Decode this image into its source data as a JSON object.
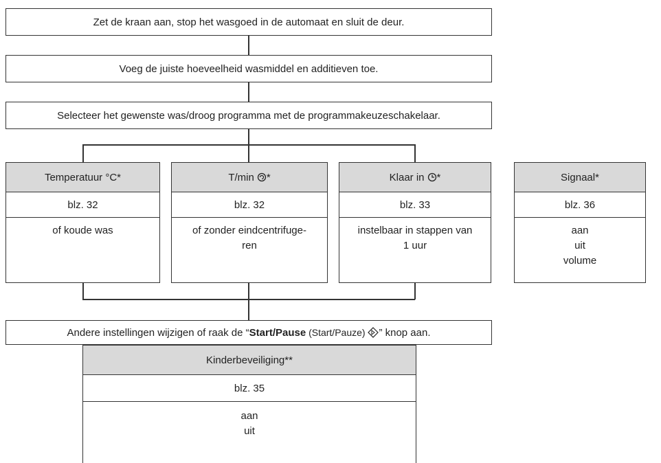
{
  "steps": {
    "step1": "Zet de kraan aan, stop het wasgoed in de automaat en sluit de deur.",
    "step2": "Voeg de juiste hoeveelheid wasmiddel en additieven toe.",
    "step3": "Selecteer het gewenste was/droog programma met de programmakeuzeschakelaar.",
    "step4": {
      "prefix": "Andere instellingen wijzigen of raak de “",
      "bold": "Start/Pause",
      "middle": " (Start/Pauze) ",
      "icon": "start-pause-icon",
      "suffix": "” knop aan."
    }
  },
  "options": [
    {
      "title": "Temperatuur °C*",
      "page": "blz. 32",
      "lines": [
        "of koude was"
      ]
    },
    {
      "title": "T/min",
      "title_icon": "spin-icon",
      "title_suffix": "*",
      "page": "blz. 32",
      "lines": [
        "of zonder eindcentrifuge-",
        "ren"
      ]
    },
    {
      "title": "Klaar in",
      "title_icon": "clock-icon",
      "title_suffix": "*",
      "page": "blz. 33",
      "lines": [
        "instelbaar in stappen van",
        "1 uur"
      ]
    },
    {
      "title": "Signaal*",
      "page": "blz. 36",
      "lines": [
        "aan",
        "uit",
        "volume"
      ]
    }
  ],
  "child_lock": {
    "title": "Kinderbeveiliging**",
    "page": "blz. 35",
    "lines": [
      "aan",
      "uit"
    ]
  }
}
